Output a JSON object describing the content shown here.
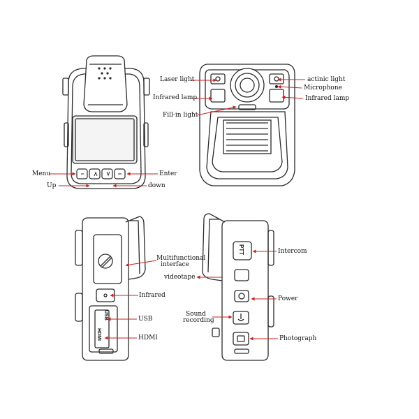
{
  "views": {
    "back": {
      "labels": {
        "menu": "Menu",
        "up": "Up",
        "enter": "Enter",
        "down": "down"
      }
    },
    "front": {
      "labels": {
        "laser_light": "Laser light",
        "infrared_lamp_left": "Infrared lamp",
        "fill_in_light": "Fill-in light",
        "actinic_light": "actinic light",
        "microphone": "Microphone",
        "infrared_lamp_right": "Infrared lamp"
      }
    },
    "left_side": {
      "labels": {
        "multifunctional_line1": "Multifunctional",
        "multifunctional_line2": "interface",
        "infrared": "Infrared",
        "usb": "USB",
        "hdmi": "HDMI"
      },
      "port_text": {
        "usb": "USB",
        "hdmi": "HDMI"
      }
    },
    "right_side": {
      "labels": {
        "intercom": "Intercom",
        "videotape": "videotape",
        "power": "Power",
        "sound_recording_line1": "Sound",
        "sound_recording_line2": "recording",
        "photograph": "Photograph"
      },
      "button_text": {
        "ptt": "PTT"
      }
    }
  },
  "colors": {
    "arrow": "#cc1f1f",
    "outline": "#2a2a2a",
    "screen_fill": "#f4f4f4"
  }
}
